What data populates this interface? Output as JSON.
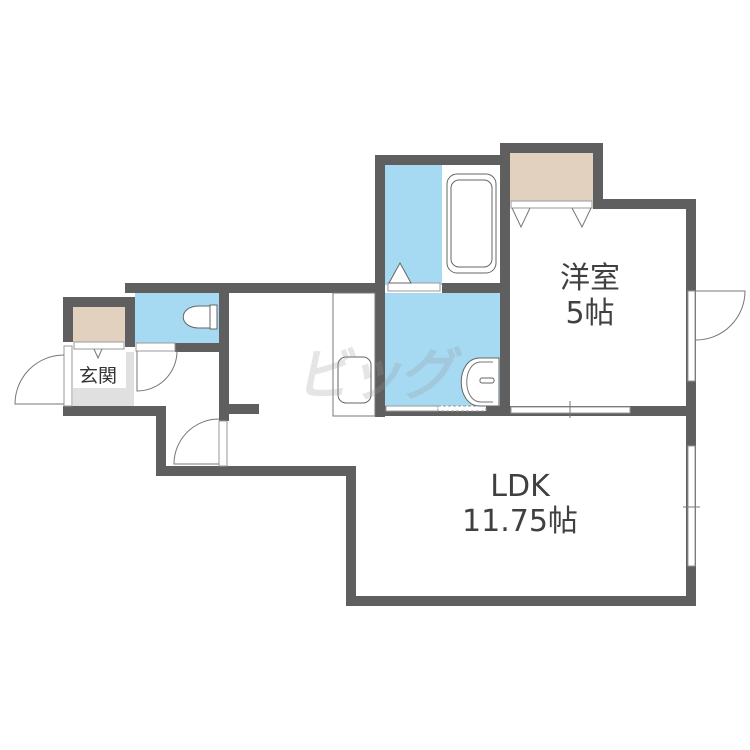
{
  "floor_plan": {
    "rooms": {
      "western_room": {
        "name": "洋室",
        "size": "5帖"
      },
      "ldk": {
        "name": "LDK",
        "size": "11.75帖"
      },
      "entrance": {
        "name": "玄関"
      }
    },
    "watermark": "ビッグ",
    "colors": {
      "wall": "#5f5f5f",
      "wet_area": "#a6d9f2",
      "storage": "#e2d1bf",
      "entrance_floor": "#e0e0e0",
      "background": "#ffffff",
      "label_text": "#404040"
    }
  }
}
